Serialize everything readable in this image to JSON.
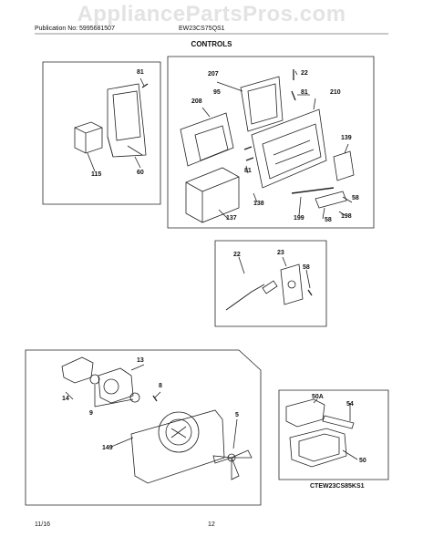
{
  "watermark": "AppliancePartsPros.com",
  "header": {
    "publication": "Publication No: 5995681507",
    "model": "EW23CS75QS1",
    "title": "CONTROLS"
  },
  "callouts": {
    "p81a": "81",
    "p60": "60",
    "p115": "115",
    "p207": "207",
    "p22a": "22",
    "p208": "208",
    "p95": "95",
    "p81b": "81",
    "p210": "210",
    "p139": "139",
    "p81c": "81",
    "p137": "137",
    "p138": "138",
    "p199": "199",
    "p58a": "58",
    "p58b": "58",
    "p198": "198",
    "p22b": "22",
    "p23": "23",
    "p58c": "58",
    "p13": "13",
    "p14": "14",
    "p8": "8",
    "p9": "9",
    "p5": "5",
    "p149": "149",
    "p50A": "50A",
    "p54": "54",
    "p50": "50"
  },
  "diagram_code": "CTEW23CS85KS1",
  "footer": {
    "date": "11/16",
    "page": "12"
  }
}
